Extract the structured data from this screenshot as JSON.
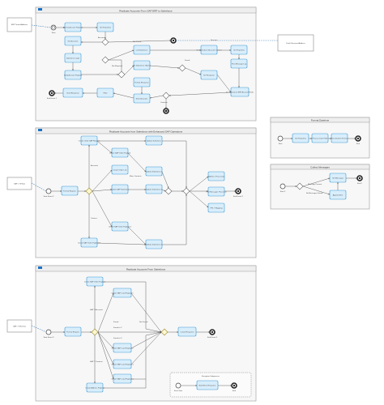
{
  "diagram": {
    "pool1": {
      "title": "Replicate Accounts From SAP ERP to Salesforce",
      "start_label": "Start",
      "end_label": "End Event 1",
      "tasks": {
        "a": "Format Account Payload",
        "b": "Get Properties",
        "c": "Get Accounts",
        "d": "Salesforce Login",
        "e": "Build Account Payload",
        "f": "Call Salesforce",
        "g": "Get Salesforce Objects",
        "h": "Format Response",
        "i": "Store Accounts",
        "j": "Filter",
        "k": "Set Salesforce Account Content",
        "l": "Set Response",
        "m": "Post Message Log",
        "n": "Send Response",
        "o": "Set Salesforce ERP Account Fields"
      },
      "labels": [
        "Accounts",
        "Not Found",
        "Not Required",
        "Continue",
        "Found",
        "Success"
      ],
      "ext_left": "ERP Tenant/Address",
      "ext_right": "Fetch Receiver/Address"
    },
    "pool2": {
      "title": "Replicate Accounts from Salesforce with Enhanced SAP Operations",
      "start_label": "Start Event 2",
      "end_label": "End Event 2",
      "tasks": {
        "a": "Format Request",
        "b": "Create Order SAP Request",
        "c": "Create SAP Order Payload",
        "d": "Create Order Line",
        "e": "Update SAP Salesforce",
        "f": "Create SAP Order Payload 2",
        "g": "Create SAP Order Payload 3",
        "h": "Update Salesforce",
        "i": "Update Salesforce 2",
        "j": "Update Salesforce 3",
        "k": "Update Salesforce 4",
        "l": "Address Processing",
        "m": "Post Messages Processor",
        "n": "PPL Y Mapping"
      },
      "labels": [
        "Accounts",
        "Mass Contacts",
        "Contact"
      ],
      "ext_left": "SAP_Y (Flow)"
    },
    "pool3": {
      "title": "Replicate Accounts From Salesforce",
      "start_label": "Start Event 3",
      "end_label": "End Event 3",
      "tasks": {
        "a": "Format Request",
        "b": "Create SAP Order Payload",
        "c": "Create SAP Lead Payload 1",
        "d": "Create SAP Lead Payload 2",
        "e": "Create SAP Lead Payload 3",
        "f": "Create SAP Lead Payload 4",
        "g": "Create Address Payload",
        "h": "Create Response"
      },
      "labels": [
        "SAP Y Accounts",
        "SAP Y Contacts",
        "Found",
        "Found in 2",
        "Found in 3",
        "Not Found"
      ],
      "ext_left": "SAP_Y (Events)",
      "sub_title": "Exception Subprocess",
      "sub_start": "Error Start",
      "sub_task": "Build Error Response",
      "sub_end": "End"
    },
    "side1": {
      "title": "Format Datetime",
      "start": "Start",
      "end": "End",
      "tasks": [
        "Get Properties",
        "Process Date Field",
        "Set Datetime Format"
      ]
    },
    "side2": {
      "title": "Collect Messages",
      "start": "Start 2",
      "end": "End 2",
      "tasks": [
        "Get Messages",
        "Append Item"
      ],
      "labels": [
        "Message Present",
        "No Messages Found"
      ]
    }
  }
}
